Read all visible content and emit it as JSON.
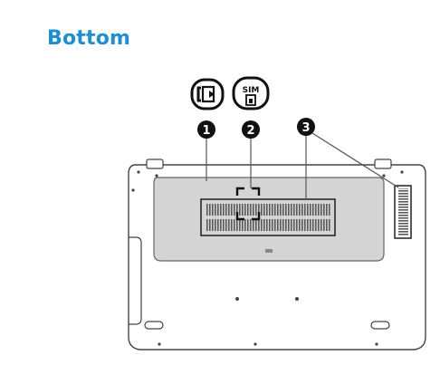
{
  "section": {
    "title": "Bottom"
  },
  "icons": [
    {
      "name": "battery-release-icon"
    },
    {
      "name": "sim-card-icon",
      "label": "SIM"
    }
  ],
  "callouts": [
    {
      "number": "1",
      "target": "service-door"
    },
    {
      "number": "2",
      "target": "sim-slot"
    },
    {
      "number": "3",
      "target": "vents"
    }
  ],
  "colors": {
    "title": "#1e8fd4",
    "line": "#555555",
    "callout": "#111111"
  }
}
